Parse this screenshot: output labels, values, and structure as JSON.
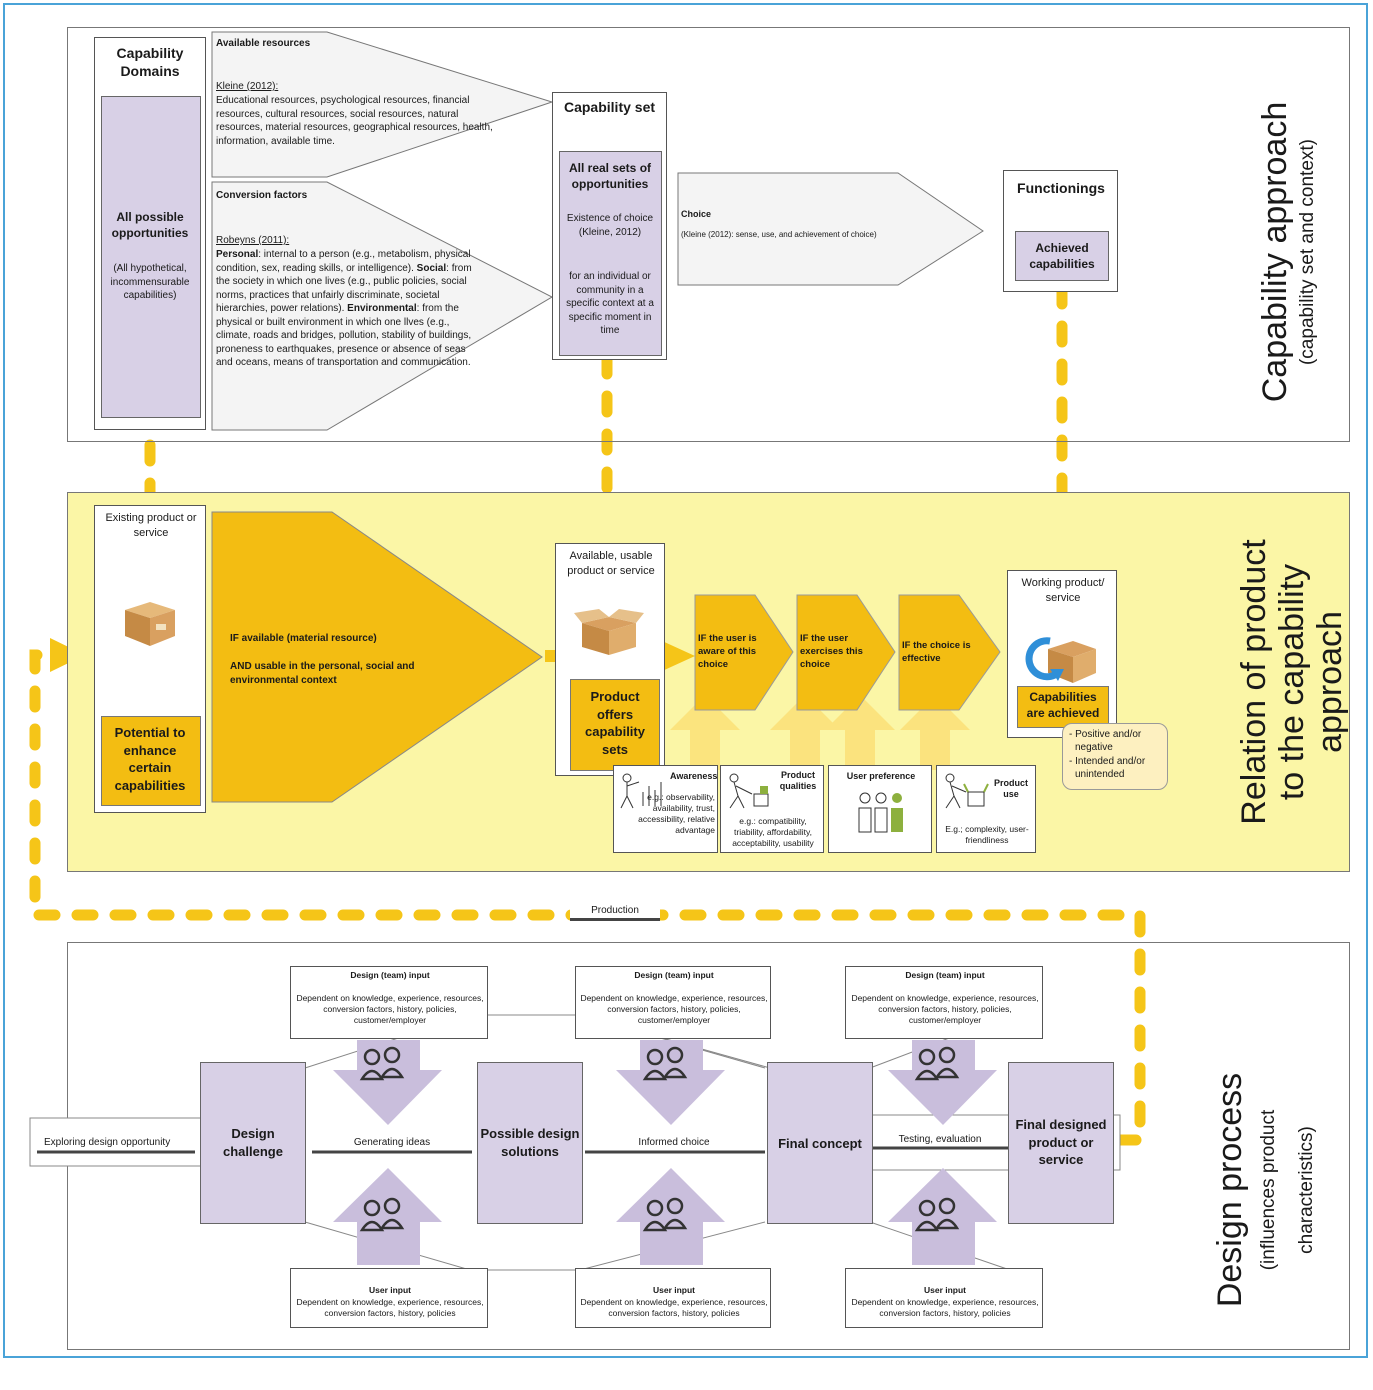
{
  "side_titles": {
    "capability": {
      "main": "Capability approach",
      "sub": "(capability set and context)"
    },
    "relation": {
      "main": "Relation of product to the capability approach",
      "line1": "Relation of product",
      "line2": "to the capability",
      "line3": "approach"
    },
    "design": {
      "main": "Design process",
      "sub1": "(influences product",
      "sub2": "characteristics)"
    }
  },
  "capability_panel": {
    "domains_title": "Capability Domains",
    "domains_inner_title": "All possible opportunities",
    "domains_inner_note": "(All hypothetical, incommensurable capabilities)",
    "resources_title": "Available resources",
    "resources_ref": "Kleine (2012):",
    "resources_text": "Educational resources, psychological resources, financial resources, cultural resources, social resources, natural resources, material resources, geographical resources, health, information, available time.",
    "conversion_title": "Conversion factors",
    "conversion_ref": "Robeyns (2011):",
    "personal_label": "Personal",
    "personal_text": ": internal to a person (e.g., metabolism, physical  condition, sex, reading skills, or intelligence).",
    "social_label": "Social",
    "social_text": ": from the society in which one lives (e.g., public policies, social norms, practices that unfairly discriminate, societal hierarchies, power relations).",
    "environmental_label": "Environmental",
    "environmental_text": ": from the physical or built environment in which one llves (e.g., climate, roads and bridges, pollution, stability of buildings, proneness to earthquakes, presence or absence of seas and oceans, means of transportation and communication.",
    "set_title": "Capability set",
    "set_inner_title": "All real sets of opportunities",
    "set_inner_text1": "Existence of choice (Kleine, 2012)",
    "set_inner_text2": "for an individual or community in a specific context at a specific moment in time",
    "choice_title": "Choice",
    "choice_text": "(Kleine (2012): sense, use, and achievement of choice)",
    "functionings_title": "Functionings",
    "achieved": "Achieved capabilities"
  },
  "relation_panel": {
    "existing_title": "Existing product or service",
    "potential": "Potential to enhance certain capabilities",
    "if_available": "IF available (material resource)",
    "and_usable": "AND usable in the personal, social and environmental context",
    "available_title": "Available, usable product or service",
    "offers": "Product offers capability sets",
    "aware": "IF the user is aware of this choice",
    "exercises": "IF the user exercises this choice",
    "effective": "IF the choice is effective",
    "working_title": "Working product/ service",
    "achieved": "Capabilities are achieved",
    "note_line1": "- Positive and/or",
    "note_line2": "negative",
    "note_line3": "- Intended and/or",
    "note_line4": "unintended",
    "factors": [
      {
        "title": "Awareness",
        "text": "e.g.: observability, availability, trust, accessibility, relative advantage"
      },
      {
        "title": "Product qualities",
        "text": "e.g.: compatibility, triability, affordability, acceptability, usability"
      },
      {
        "title": "User preference",
        "text": ""
      },
      {
        "title": "Product use",
        "text": "E.g.; complexity, user-friendliness"
      }
    ]
  },
  "production_label": "Production",
  "design_panel": {
    "exploring": "Exploring design opportunity",
    "stages": [
      "Design challenge",
      "Possible design solutions",
      "Final concept",
      "Final designed product or service"
    ],
    "links": [
      "Generating ideas",
      "Informed choice",
      "Testing, evaluation"
    ],
    "team_input_title": "Design (team) input",
    "team_input_text": "Dependent on knowledge, experience, resources, conversion factors, history, policies, customer/employer",
    "user_input_title": "User input",
    "user_input_text": "Dependent on knowledge, experience, resources, conversion factors, history, policies"
  },
  "colors": {
    "gold": "#f3bd12",
    "yellow_panel": "#fbf6a6",
    "lavender": "#d8d0e6",
    "lavender_arrow": "#c9bedc",
    "frame": "#4aa3d8",
    "dash": "#f5c518"
  }
}
